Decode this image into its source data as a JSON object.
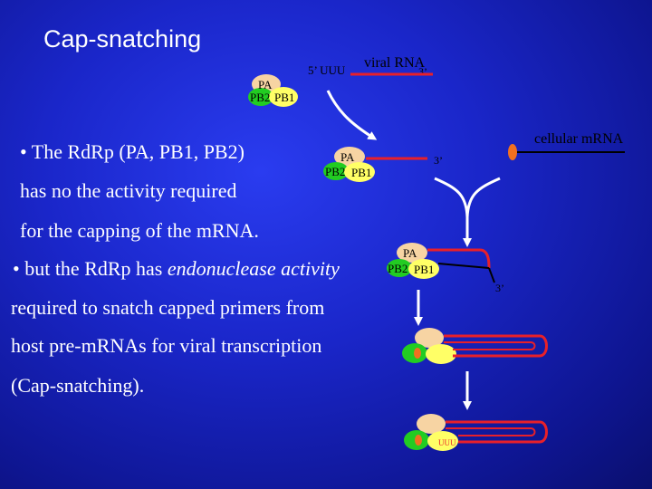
{
  "slide": {
    "title": "Cap-snatching",
    "bullet1_line1": "• The RdRp (PA, PB1, PB2)",
    "bullet1_line2": "has no the  activity required",
    "bullet1_line3": "for the capping of the mRNA.",
    "bullet2_line1_prefix": "• but the RdRp has ",
    "bullet2_line1_emph": "endonuclease activity",
    "bullet2_line2": "required to snatch capped primers from",
    "bullet2_line3": " host pre-mRNAs for viral transcription",
    "bullet2_line4": "(Cap-snatching)."
  },
  "diagram": {
    "viral_rna_label": "viral RNA",
    "five_prime_uuu": "5’ UUU",
    "three_prime": "3’",
    "cellular_mrna_label": "cellular mRNA",
    "pa": "PA",
    "pb2": "PB2",
    "pb1": "PB1",
    "uuu_small": "UUU",
    "colors": {
      "pa": "#f7d4a3",
      "pb2": "#22cc22",
      "pb1": "#ffff66",
      "viral_rna": "#e8202a",
      "cap": "#f07020",
      "arrow": "#ffffff"
    }
  }
}
